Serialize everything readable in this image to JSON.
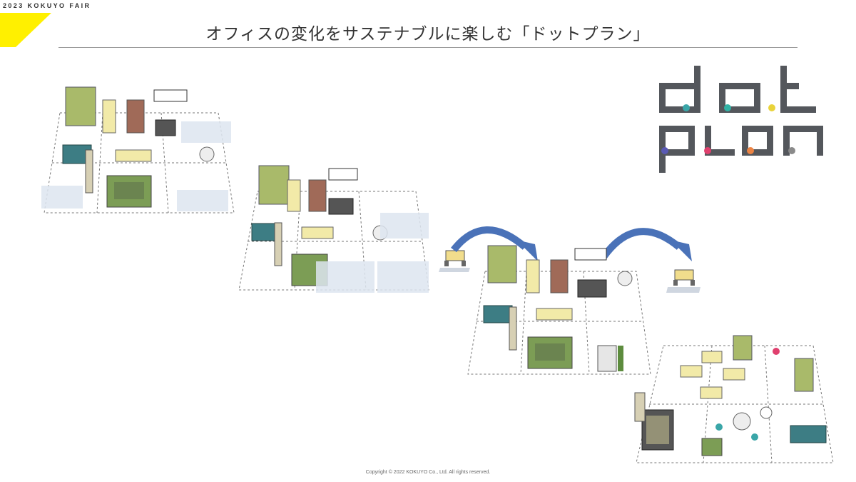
{
  "header": {
    "event_tag": "2023 KOKUYO FAIR",
    "title": "オフィスの変化をサステナブルに楽しむ「ドットプラン」"
  },
  "logo": {
    "line1": "dot",
    "line2": "pLan",
    "dot_colors": [
      "#3aa6a8",
      "#31b3a6",
      "#e9d33a",
      "#5a5ab4",
      "#e0406e",
      "#ec8444",
      "#8a8a8a"
    ]
  },
  "footer": {
    "copyright": "Copyright © 2022 KOKUYO Co., Ltd. All rights reserved."
  },
  "colors": {
    "accent_yellow": "#fff000",
    "arrow_blue": "#4a72b8",
    "text": "#333333"
  }
}
